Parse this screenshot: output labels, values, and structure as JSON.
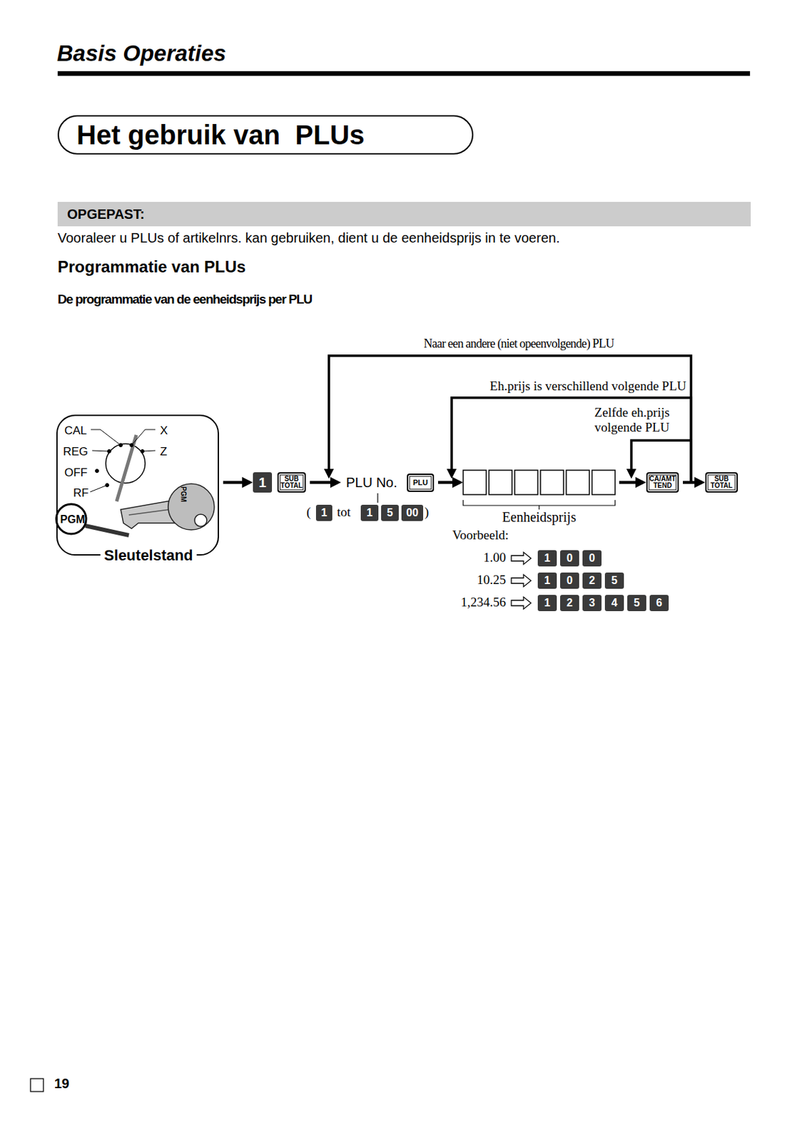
{
  "diagram": {
    "title": "Basis Operaties",
    "nodes": [
      {
        "text": [
          "Het gebruik van  PLUs"
        ]
      },
      {
        "text": [
          "OPGEPAST:"
        ]
      },
      {
        "text": [
          "Sleutelstand",
          "CAL",
          "X",
          "REG",
          "Z",
          "OFF",
          "RF",
          "PGM",
          "PGM"
        ]
      },
      {
        "text": [
          "1"
        ]
      },
      {
        "text": [
          "SUB TOTAL"
        ]
      },
      {
        "text": [
          "PLU No."
        ]
      },
      {
        "text": [
          "PLU"
        ]
      },
      {
        "text": [
          "Eenheidsprijs"
        ]
      },
      {
        "text": [
          "CA/AMT TEND"
        ]
      },
      {
        "text": [
          "SUB TOTAL"
        ]
      },
      {
        "text": [
          "1"
        ]
      },
      {
        "text": [
          "1"
        ]
      },
      {
        "text": [
          "5"
        ]
      },
      {
        "text": [
          "00"
        ]
      },
      {
        "text": [
          "1"
        ]
      },
      {
        "text": [
          "0"
        ]
      },
      {
        "text": [
          "0"
        ]
      },
      {
        "text": [
          "1"
        ]
      },
      {
        "text": [
          "0"
        ]
      },
      {
        "text": [
          "2"
        ]
      },
      {
        "text": [
          "5"
        ]
      },
      {
        "text": [
          "1"
        ]
      },
      {
        "text": [
          "2"
        ]
      },
      {
        "text": [
          "3"
        ]
      },
      {
        "text": [
          "4"
        ]
      },
      {
        "text": [
          "5"
        ]
      },
      {
        "text": [
          "6"
        ]
      }
    ],
    "edges": [
      {
        "from": 2,
        "to": 3,
        "arrow": "to"
      },
      {
        "from": 4,
        "to": 5,
        "arrow": "to"
      },
      {
        "from": 6,
        "to": 7,
        "arrow": "to"
      },
      {
        "from": 7,
        "to": 8,
        "arrow": "to"
      },
      {
        "from": 8,
        "to": 9,
        "arrow": "to"
      },
      {
        "from": 8,
        "to": 5,
        "label": "Naar een andere (niet opeenvolgende) PLU",
        "arrow": "to"
      },
      {
        "from": 8,
        "to": 7,
        "label": "Eh.prijs is verschillend volgende PLU",
        "arrow": "to"
      },
      {
        "from": 8,
        "to": 8,
        "label": "Zelfde eh.prijs volgende PLU",
        "arrow": "to"
      }
    ],
    "labels": [
      "Vooraleer u PLUs of artikelnrs. kan gebruiken, dient u de eenheidsprijs in te voeren.",
      "Programmatie van PLUs",
      "De programmatie van de eenheidsprijs per PLU",
      "(",
      "tot",
      ")",
      "Voorbeeld:",
      "1.00",
      "10.25",
      "1,234.56",
      "19"
    ]
  }
}
